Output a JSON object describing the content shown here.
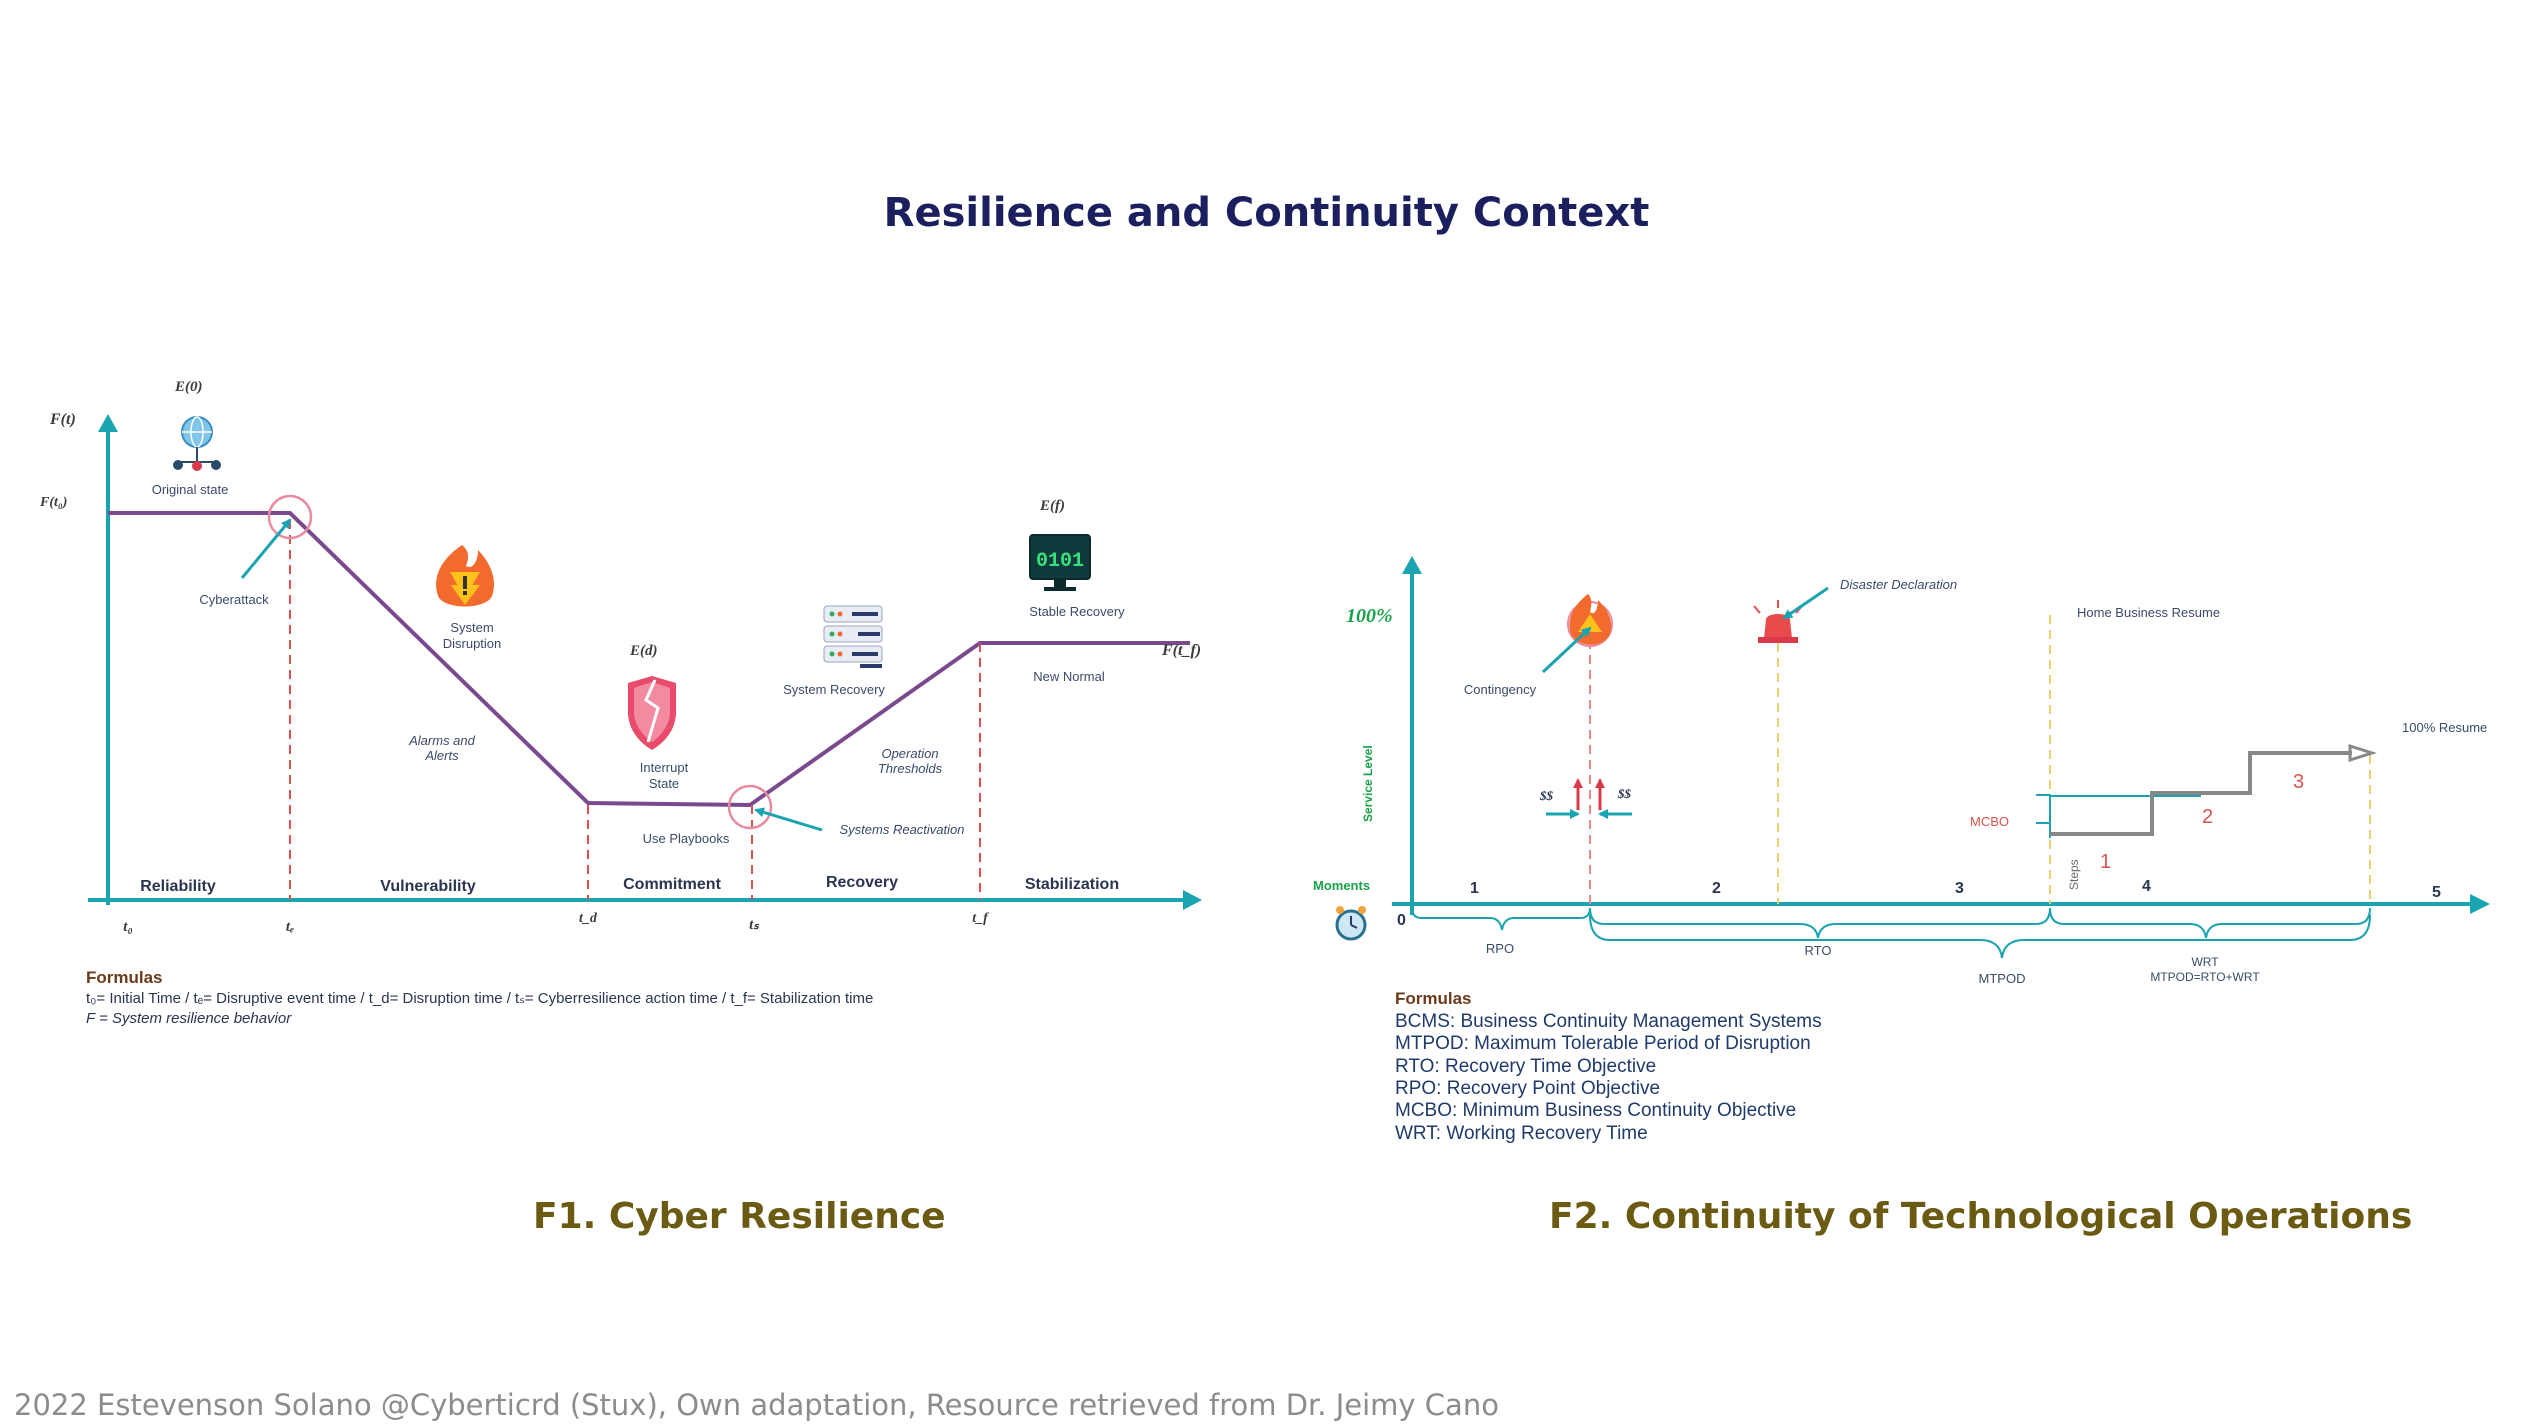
{
  "page_title": "Resilience and Continuity Context",
  "credit": "2022 Estevenson Solano @Cyberticrd (Stux), Own adaptation, Resource retrieved from Dr. Jeimy Cano",
  "f1": {
    "caption": "F1. Cyber Resilience",
    "y_axis": "F(t)",
    "f_t0": "F(t₀)",
    "f_tf": "F(t_f)",
    "e0": "E(0)",
    "ed": "E(d)",
    "ef": "E(f)",
    "original_state": "Original state",
    "cyberattack": "Cyberattack",
    "system_disruption": [
      "System",
      "Disruption"
    ],
    "alarms": [
      "Alarms and",
      "Alerts"
    ],
    "interrupt_state": [
      "Interrupt",
      "State"
    ],
    "use_playbooks": "Use Playbooks",
    "system_recovery": "System Recovery",
    "operation_thresholds": [
      "Operation",
      "Thresholds"
    ],
    "systems_reactivation": "Systems Reactivation",
    "stable_recovery": "Stable Recovery",
    "new_normal": "New Normal",
    "segments": [
      "Reliability",
      "Vulnerability",
      "Commitment",
      "Recovery",
      "Stabilization"
    ],
    "ticks": [
      "t₀",
      "tₑ",
      "t_d",
      "tₛ",
      "t_f"
    ],
    "formulas_title": "Formulas",
    "formula_line1": "t₀= Initial Time / tₑ= Disruptive event time / t_d= Disruption time / tₛ= Cyberresilience action time / t_f= Stabilization time",
    "formula_line2": "F = System resilience behavior"
  },
  "f2": {
    "caption": "F2. Continuity of Technological Operations",
    "pct100": "100%",
    "service_level": "Service Level",
    "moments": "Moments",
    "zero": "0",
    "contingency": "Contingency",
    "disaster_declaration": "Disaster Declaration",
    "home_business_resume": "Home Business Resume",
    "resume_100": "100% Resume",
    "mcbo": "MCBO",
    "steps": "Steps",
    "step_numbers": [
      "1",
      "2",
      "3"
    ],
    "money": "$$",
    "moment_numbers": [
      "1",
      "2",
      "3",
      "4",
      "5"
    ],
    "rpo": "RPO",
    "rto": "RTO",
    "mtpod": "MTPOD",
    "wrt": "WRT",
    "wrt_formula": "MTPOD=RTO+WRT",
    "formulas_title": "Formulas",
    "formulas": [
      "BCMS: Business Continuity Management Systems",
      "MTPOD: Maximum Tolerable Period of Disruption",
      "RTO: Recovery Time Objective",
      "RPO: Recovery Point Objective",
      "MCBO: Minimum Business Continuity Objective",
      "WRT: Working Recovery Time"
    ]
  }
}
